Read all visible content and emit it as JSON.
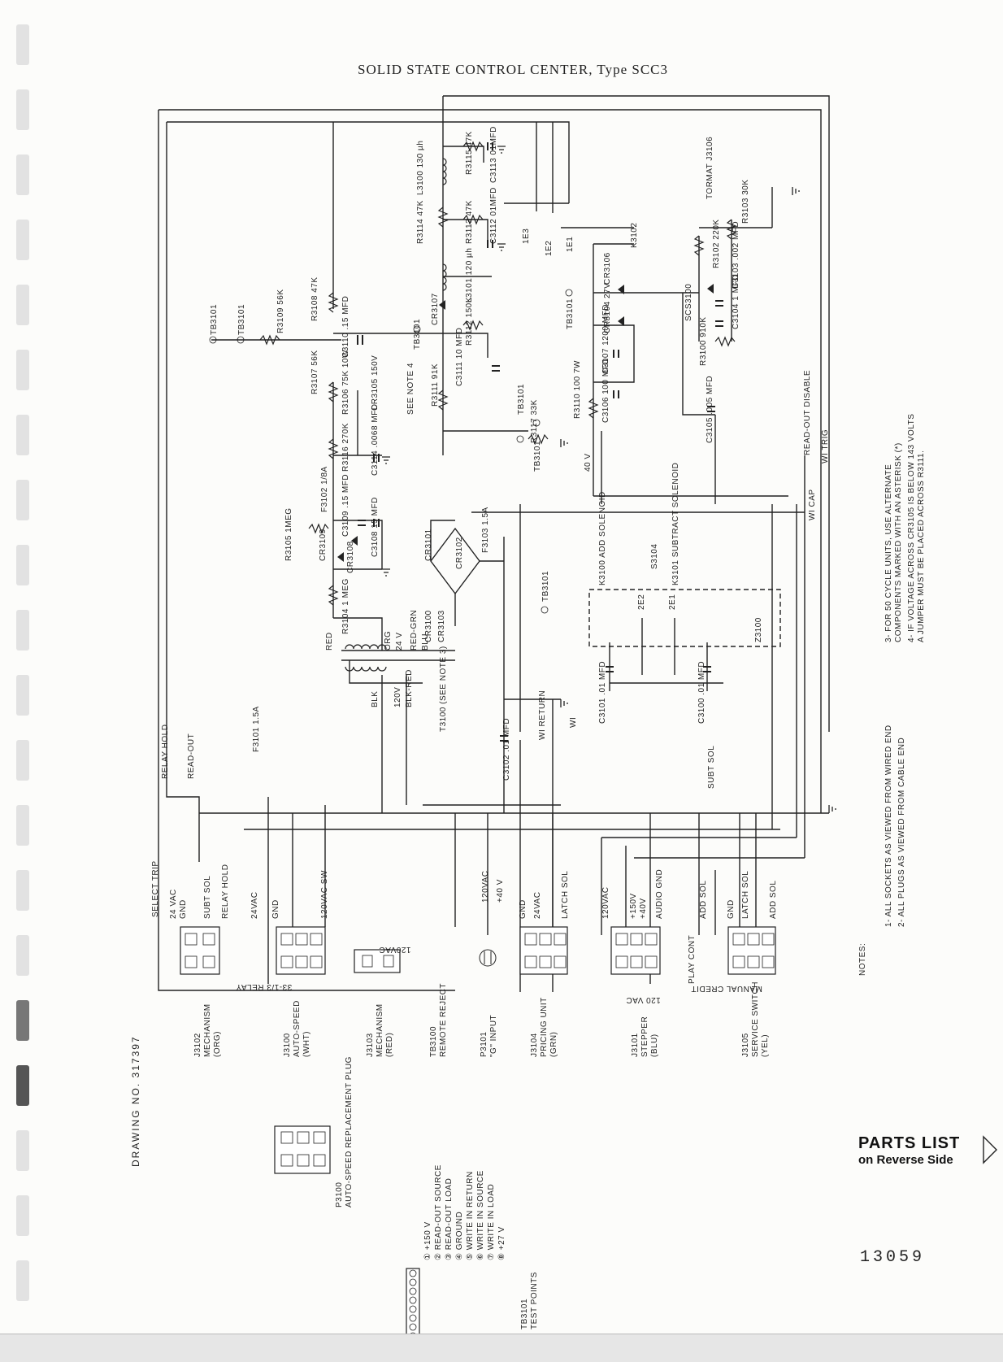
{
  "title": "SOLID STATE CONTROL CENTER, Type SCC3",
  "drawing_number": "DRAWING NO. 317397",
  "page_number": "13059",
  "parts_list": {
    "line1": "PARTS LIST",
    "line2": "on Reverse Side"
  },
  "notes": {
    "heading": "NOTES:",
    "items": [
      "1- ALL SOCKETS AS VIEWED FROM WIRED END",
      "2- ALL PLUGS AS VIEWED FROM CABLE END",
      "3- FOR 50 CYCLE UNITS, USE ALTERNATE COMPONENTS MARKED WITH AN ASTERISK (*)",
      "4- IF VOLTAGE ACROSS CR3105 IS BELOW 143 VOLTS A JUMPER MUST BE PLACED ACROSS R3111."
    ]
  },
  "connectors": [
    {
      "ref": "J3102",
      "desc": "MECHANISM",
      "color": "(ORG)"
    },
    {
      "ref": "J3100",
      "desc": "AUTO-SPEED",
      "color": "(WHT)"
    },
    {
      "ref": "J3103",
      "desc": "MECHANISM",
      "color": "(RED)"
    },
    {
      "ref": "TB3100",
      "desc": "REMOTE REJECT",
      "color": ""
    },
    {
      "ref": "P3101",
      "desc": "\"G\" INPUT",
      "color": ""
    },
    {
      "ref": "J3104",
      "desc": "PRICING UNIT",
      "color": "(GRN)"
    },
    {
      "ref": "J3101",
      "desc": "STEPPER",
      "color": "(BLU)"
    },
    {
      "ref": "J3105",
      "desc": "SERVICE SWITCH",
      "color": "(YEL)"
    }
  ],
  "plug": {
    "ref": "P3100",
    "desc": "AUTO-SPEED REPLACEMENT PLUG"
  },
  "test_points": {
    "ref": "TB3101",
    "desc": "TEST POINTS",
    "items": [
      "+150 V",
      "READ-OUT SOURCE",
      "READ-OUT LOAD",
      "GROUND",
      "WRITE IN RETURN",
      "WRITE IN SOURCE",
      "WRITE IN LOAD",
      "+27 V"
    ]
  },
  "wire_labels": [
    "SELECT TRIP",
    "RELAY HOLD",
    "READ-OUT",
    "33-1/3 RELAY",
    "120 VAC",
    "MANUAL CREDIT",
    "SUBT SOL",
    "WI RETURN",
    "WI",
    "WI CAP",
    "WI TRIG",
    "READ-OUT DISABLE",
    "+40 V",
    "120VAC"
  ],
  "pin_labels": [
    "24 VAC",
    "GND",
    "SUBT SOL",
    "RELAY HOLD",
    "24VAC",
    "GND",
    "120VAC SW",
    "120VAC",
    "GND",
    "24VAC",
    "LATCH SOL",
    "120VAC",
    "+150V",
    "+40V",
    "AUDIO GND",
    "ADD SOL",
    "PLAY CONT",
    "GND",
    "LATCH SOL",
    "ADD SOL"
  ],
  "components": [
    {
      "ref": "L3100",
      "value": "130 µh"
    },
    {
      "ref": "R3115",
      "value": "47K"
    },
    {
      "ref": "C3113",
      "value": "01MFD"
    },
    {
      "ref": "R3114",
      "value": "47K"
    },
    {
      "ref": "R3113",
      "value": "47K"
    },
    {
      "ref": "C3112",
      "value": "01MFD"
    },
    {
      "ref": "L3101",
      "value": "120 µh"
    },
    {
      "ref": "R3108",
      "value": "47K"
    },
    {
      "ref": "C3110",
      "value": ".15 MFD"
    },
    {
      "ref": "R3109",
      "value": "56K"
    },
    {
      "ref": "CR3107",
      "value": ""
    },
    {
      "ref": "R3112",
      "value": "150K"
    },
    {
      "ref": "C3111",
      "value": "10 MFD"
    },
    {
      "ref": "R3107",
      "value": "56K"
    },
    {
      "ref": "R3106",
      "value": "75K 10W"
    },
    {
      "ref": "CR3105",
      "value": "150V"
    },
    {
      "ref": "R3111",
      "value": "91K"
    },
    {
      "ref": "R3117",
      "value": "33K"
    },
    {
      "ref": "R3116",
      "value": "270K"
    },
    {
      "ref": "C3114",
      "value": ".0068 MFD"
    },
    {
      "ref": "F3102",
      "value": "1/8A"
    },
    {
      "ref": "C3109",
      "value": ".15 MFD"
    },
    {
      "ref": "R3105",
      "value": "1MEG"
    },
    {
      "ref": "CR3109",
      "value": ""
    },
    {
      "ref": "CR3108",
      "value": ""
    },
    {
      "ref": "C3108",
      "value": "15 MFD"
    },
    {
      "ref": "R3104",
      "value": "1 MEG"
    },
    {
      "ref": "CR3101",
      "value": ""
    },
    {
      "ref": "CR3102",
      "value": ""
    },
    {
      "ref": "CR3100",
      "value": ""
    },
    {
      "ref": "CR3103",
      "value": ""
    },
    {
      "ref": "F3103",
      "value": "1.5A"
    },
    {
      "ref": "T3100",
      "value": "(SEE NOTE 3)"
    },
    {
      "ref": "F3101",
      "value": "1.5A"
    },
    {
      "ref": "C3102",
      "value": ".01 MFD"
    },
    {
      "ref": "K3100",
      "value": "ADD SOLENOID"
    },
    {
      "ref": "S3104",
      "value": ""
    },
    {
      "ref": "K3101",
      "value": "SUBTRACT SOLENOID"
    },
    {
      "ref": "Z3100",
      "value": ""
    },
    {
      "ref": "C3101",
      "value": ".01 MFD"
    },
    {
      "ref": "C3100",
      "value": ".01 MFD"
    },
    {
      "ref": "R3110",
      "value": "100 7W"
    },
    {
      "ref": "C3106",
      "value": "100 MFD"
    },
    {
      "ref": "C3107",
      "value": "1200 MFD"
    },
    {
      "ref": "CR3104",
      "value": "27V"
    },
    {
      "ref": "CR3106",
      "value": ""
    },
    {
      "ref": "K3102",
      "value": ""
    },
    {
      "ref": "SCS3100",
      "value": ""
    },
    {
      "ref": "R3100",
      "value": "910K"
    },
    {
      "ref": "C3104",
      "value": "1 MFD"
    },
    {
      "ref": "C3103",
      "value": ".002 MFD"
    },
    {
      "ref": "R3102",
      "value": "220K"
    },
    {
      "ref": "R3103",
      "value": "30K"
    },
    {
      "ref": "J3106",
      "value": "TORMAT"
    },
    {
      "ref": "C3105",
      "value": ".005 MFD"
    }
  ],
  "misc_labels": [
    "SEE NOTE 4",
    "TB3101",
    "1E3",
    "1E2",
    "1E1",
    "2E2",
    "2E1",
    "RED",
    "ORG",
    "RED-GRN",
    "BLU",
    "BLK",
    "BLK-RED",
    "24 V",
    "120V",
    "40 V"
  ]
}
